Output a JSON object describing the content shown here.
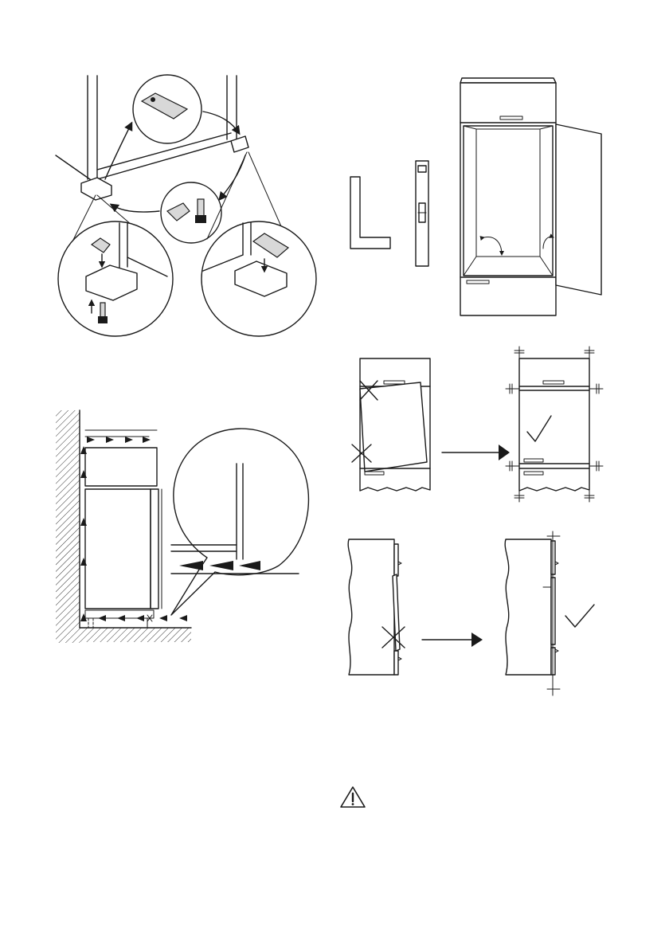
{
  "page": {
    "background": "#ffffff",
    "line_color": "#1a1a1a"
  },
  "figures": [
    {
      "id": "fig-feet-adjust",
      "icons": [
        "hinge-cover-icon",
        "spacer-block-icon",
        "adjust-screw-icon",
        "curved-arrow-icon"
      ]
    },
    {
      "id": "fig-cabinet-check",
      "icons": [
        "square-tool-icon",
        "spirit-level-icon",
        "right-angle-arrow-icon"
      ]
    },
    {
      "id": "fig-door-alignment-front",
      "icons": [
        "cross-mark-icon",
        "check-mark-icon",
        "right-arrow-icon"
      ]
    },
    {
      "id": "fig-ventilation",
      "icons": [
        "airflow-arrow-icon",
        "wall-hatching"
      ]
    },
    {
      "id": "fig-door-alignment-side",
      "icons": [
        "cross-mark-icon",
        "check-mark-icon",
        "right-arrow-icon"
      ]
    }
  ],
  "warning": {
    "icon": "warning-triangle-icon"
  }
}
